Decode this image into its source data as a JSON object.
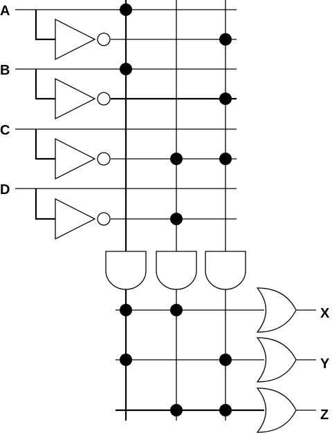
{
  "inputs": [
    {
      "label": "A"
    },
    {
      "label": "B"
    },
    {
      "label": "C"
    },
    {
      "label": "D"
    }
  ],
  "outputs": [
    {
      "label": "X"
    },
    {
      "label": "Y"
    },
    {
      "label": "Z"
    }
  ],
  "colors": {
    "ink": "#000000",
    "background": "#ffffff"
  }
}
